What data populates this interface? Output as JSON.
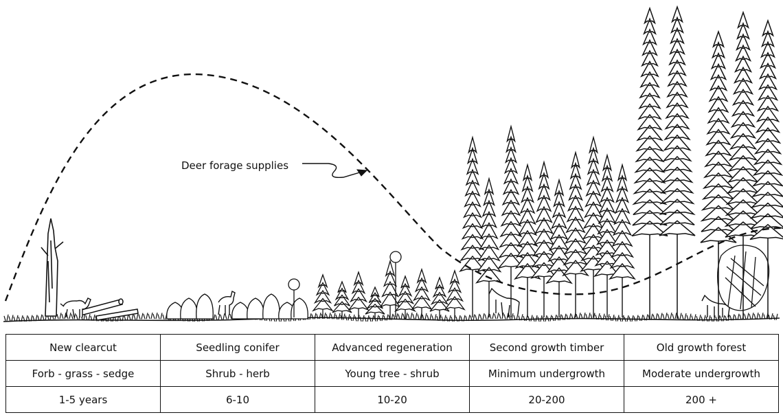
{
  "curve_label": "Deer forage supplies",
  "stages": [
    {
      "name": "New clearcut",
      "vegetation": "Forb - grass - sedge",
      "age": "1-5 years"
    },
    {
      "name": "Seedling conifer",
      "vegetation": "Shrub - herb",
      "age": "6-10"
    },
    {
      "name": "Advanced regeneration",
      "vegetation": "Young tree - shrub",
      "age": "10-20"
    },
    {
      "name": "Second growth timber",
      "vegetation": "Minimum undergrowth",
      "age": "20-200"
    },
    {
      "name": "Old growth forest",
      "vegetation": "Moderate undergrowth",
      "age": "200 +"
    }
  ]
}
